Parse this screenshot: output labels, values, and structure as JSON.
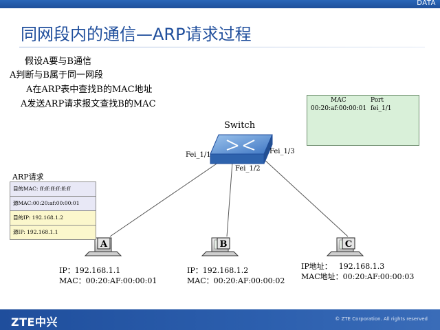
{
  "header": {
    "label": "DATA"
  },
  "slide": {
    "title": "同网段内的通信—ARP请求过程"
  },
  "steps": [
    "假设A要与B通信",
    "A判断与B属于同一网段",
    "A在ARP表中查找B的MAC地址",
    "A发送ARP请求报文查找B的MAC"
  ],
  "mac_table": {
    "headers": {
      "mac": "MAC",
      "port": "Port"
    },
    "rows": [
      {
        "mac": "00:20:af:00:00:01",
        "port": "fei_1/1"
      }
    ]
  },
  "switch": {
    "label": "Switch",
    "ports": {
      "p1": "Fei_1/1",
      "p2": "Fei_1/2",
      "p3": "Fei_1/3"
    }
  },
  "arp_request": {
    "title": "ARP请求",
    "rows": [
      "目的MAC: ff:ff:ff:ff:ff:ff",
      "源MAC:00:20:af:00:00:01",
      "目的IP: 192.168.1.2",
      "源IP: 192.168.1.1"
    ]
  },
  "hosts": [
    {
      "name": "A",
      "ip_label": "IP：",
      "ip": "192.168.1.1",
      "mac_label": "MAC：",
      "mac": "00:20:AF:00:00:01"
    },
    {
      "name": "B",
      "ip_label": "IP：",
      "ip": "192.168.1.2",
      "mac_label": "MAC：",
      "mac": "00:20:AF:00:00:02"
    },
    {
      "name": "C",
      "ip_label": "IP地址：",
      "ip": "192.168.1.3",
      "mac_label": "MAC地址：",
      "mac": "00:20:AF:00:00:03"
    }
  ],
  "footer": {
    "logo": "ZTE中兴",
    "copyright": "© ZTE Corporation. All rights reserved"
  },
  "colors": {
    "brand_blue": "#1f4e9c",
    "mac_table_bg": "#d9f0d9",
    "switch_blue": "#3f77c4"
  }
}
